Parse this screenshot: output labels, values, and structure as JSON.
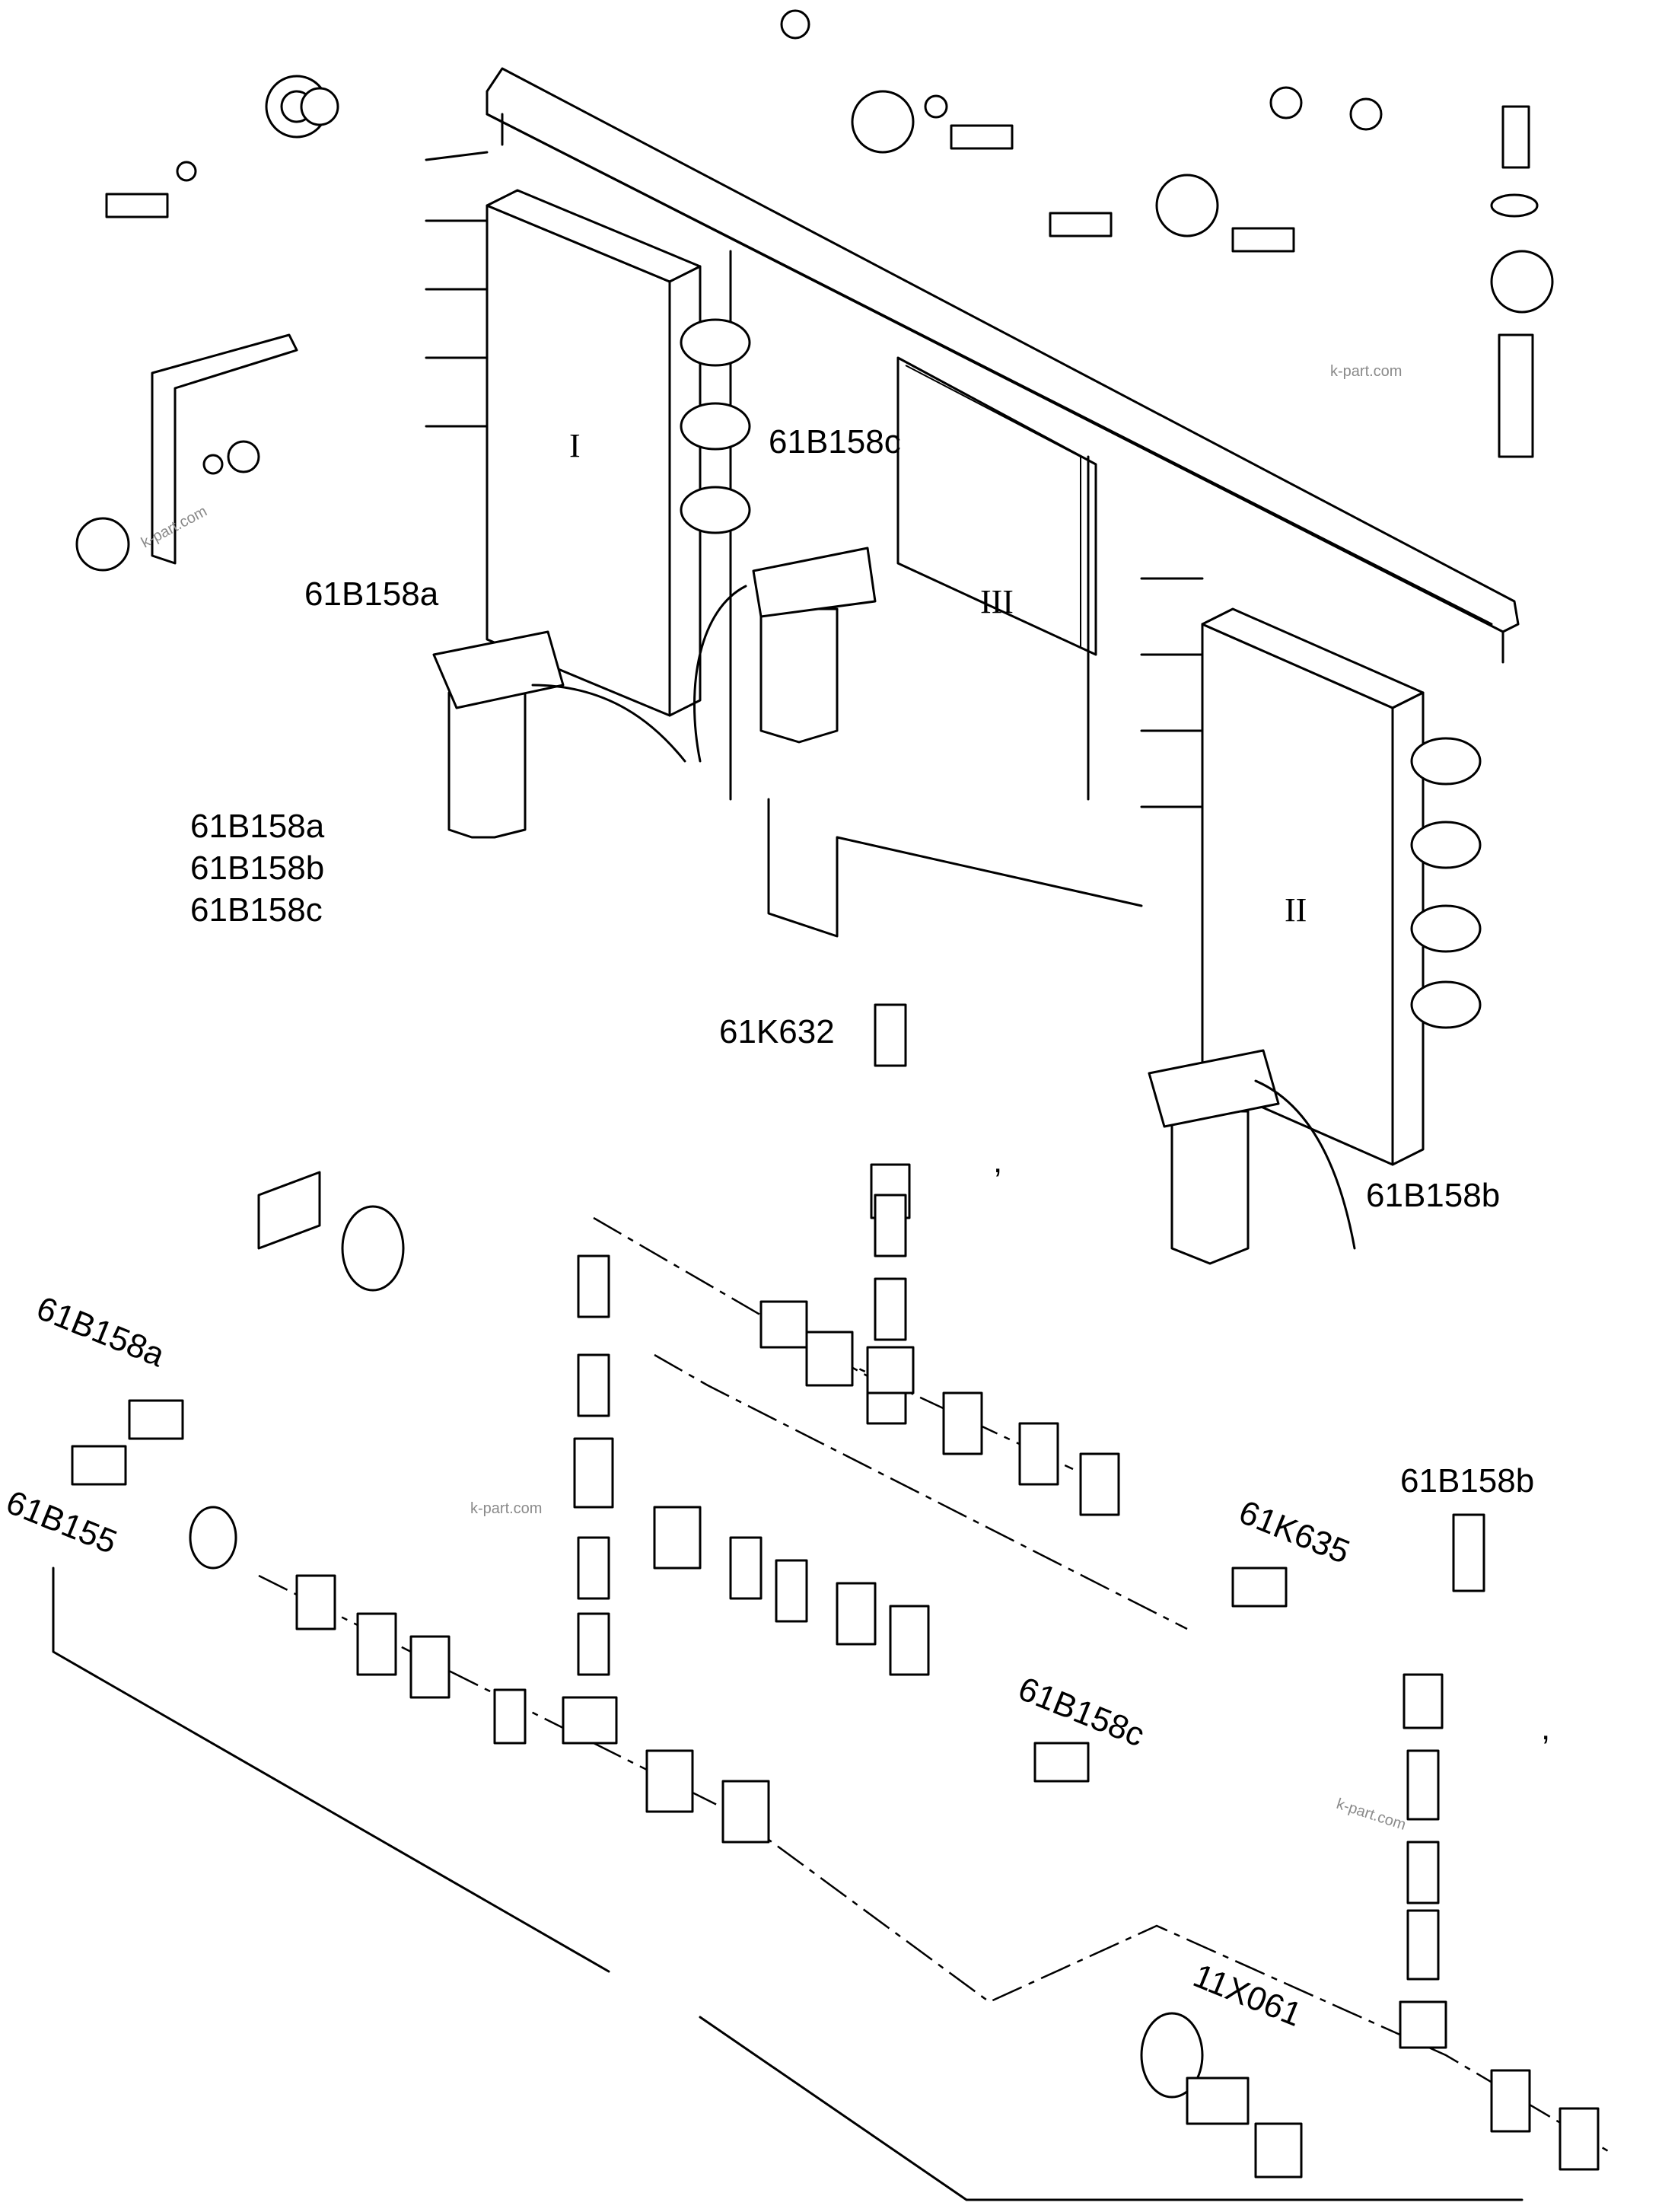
{
  "labels": {
    "l_61B158c_top": "61B158c",
    "l_61B158a_top": "61B158a",
    "l_list_a": "61B158a",
    "l_list_b": "61B158b",
    "l_list_c": "61B158c",
    "l_61K632": "61K632",
    "l_61B158b_right": "61B158b",
    "l_61B158a_conn": "61B158a",
    "l_61B155": "61B155",
    "l_61K635": "61K635",
    "l_61B158c_conn": "61B158c",
    "l_61B158b_conn": "61B158b",
    "l_11X061": "11X061"
  },
  "roman": {
    "block_1": "I",
    "block_2": "II",
    "block_3": "III"
  },
  "watermark": "k-part.com",
  "punctuation": ","
}
